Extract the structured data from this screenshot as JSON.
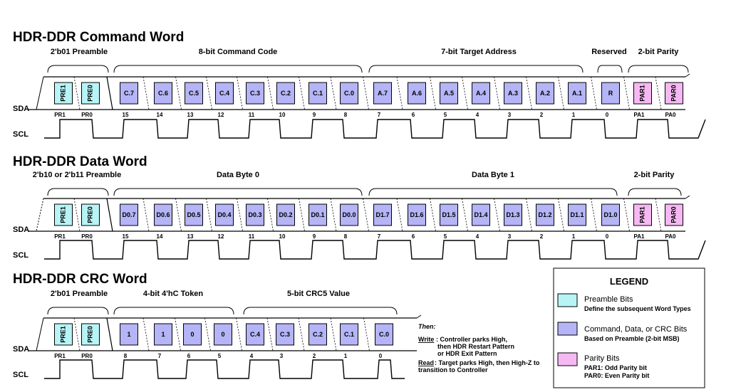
{
  "colors": {
    "preamble": "#b8f4f6",
    "command": "#b4b4f6",
    "parity": "#f6b8f2",
    "line": "#000000"
  },
  "signals": {
    "sda": "SDA",
    "scl": "SCL"
  },
  "sections": [
    {
      "title": "HDR-DDR Command Word",
      "groups": [
        "2'b01 Preamble",
        "8-bit Command Code",
        "7-bit Target Address",
        "Reserved",
        "2-bit Parity"
      ],
      "bits": [
        "PRE1",
        "PRE0",
        "C.7",
        "C.6",
        "C.5",
        "C.4",
        "C.3",
        "C.2",
        "C.1",
        "C.0",
        "A.7",
        "A.6",
        "A.5",
        "A.4",
        "A.3",
        "A.2",
        "A.1",
        "R",
        "PAR1",
        "PAR0"
      ],
      "bit_types": [
        "pre",
        "pre",
        "cmd",
        "cmd",
        "cmd",
        "cmd",
        "cmd",
        "cmd",
        "cmd",
        "cmd",
        "cmd",
        "cmd",
        "cmd",
        "cmd",
        "cmd",
        "cmd",
        "cmd",
        "cmd",
        "par",
        "par"
      ],
      "indices": [
        "PR1",
        "PR0",
        "15",
        "14",
        "13",
        "12",
        "11",
        "10",
        "9",
        "8",
        "7",
        "6",
        "5",
        "4",
        "3",
        "2",
        "1",
        "0",
        "PA1",
        "PA0"
      ]
    },
    {
      "title": "HDR-DDR Data Word",
      "groups": [
        "2'b10 or 2'b11 Preamble",
        "Data Byte 0",
        "Data Byte 1",
        "2-bit Parity"
      ],
      "bits": [
        "PRE1",
        "PRE0",
        "D0.7",
        "D0.6",
        "D0.5",
        "D0.4",
        "D0.3",
        "D0.2",
        "D0.1",
        "D0.0",
        "D1.7",
        "D1.6",
        "D1.5",
        "D1.4",
        "D1.3",
        "D1.2",
        "D1.1",
        "D1.0",
        "PAR1",
        "PAR0"
      ],
      "bit_types": [
        "pre",
        "pre",
        "cmd",
        "cmd",
        "cmd",
        "cmd",
        "cmd",
        "cmd",
        "cmd",
        "cmd",
        "cmd",
        "cmd",
        "cmd",
        "cmd",
        "cmd",
        "cmd",
        "cmd",
        "cmd",
        "par",
        "par"
      ],
      "indices": [
        "PR1",
        "PR0",
        "15",
        "14",
        "13",
        "12",
        "11",
        "10",
        "9",
        "8",
        "7",
        "6",
        "5",
        "4",
        "3",
        "2",
        "1",
        "0",
        "PA1",
        "PA0"
      ]
    },
    {
      "title": "HDR-DDR CRC Word",
      "groups": [
        "2'b01 Preamble",
        "4-bit 4'hC Token",
        "5-bit CRC5 Value"
      ],
      "bits": [
        "PRE1",
        "PRE0",
        "1",
        "1",
        "0",
        "0",
        "C.4",
        "C.3",
        "C.2",
        "C.1",
        "C.0"
      ],
      "bit_types": [
        "pre",
        "pre",
        "cmd",
        "cmd",
        "cmd",
        "cmd",
        "cmd",
        "cmd",
        "cmd",
        "cmd",
        "cmd"
      ],
      "indices": [
        "PR1",
        "PR0",
        "8",
        "7",
        "6",
        "5",
        "4",
        "3",
        "2",
        "1",
        "0"
      ]
    }
  ],
  "crc_note": {
    "then": "Then:",
    "write_label": "Write",
    "write_lines": [
      ": Controller parks High,",
      "then HDR Restart Pattern",
      "or HDR Exit Pattern"
    ],
    "read_label": "Read",
    "read_lines": [
      ": Target parks High, then High-Z to",
      "transition to Controller"
    ]
  },
  "legend": {
    "title": "LEGEND",
    "items": [
      {
        "type": "pre",
        "label": "Preamble Bits",
        "lines": [
          "Define the subsequent Word Types"
        ]
      },
      {
        "type": "cmd",
        "label": "Command, Data, or CRC Bits",
        "lines": [
          "Based on Preamble (2-bit MSB)"
        ]
      },
      {
        "type": "par",
        "label": "Parity Bits",
        "lines": [
          "PAR1: Odd Parity bit",
          "PAR0: Even Parity bit"
        ]
      }
    ]
  }
}
